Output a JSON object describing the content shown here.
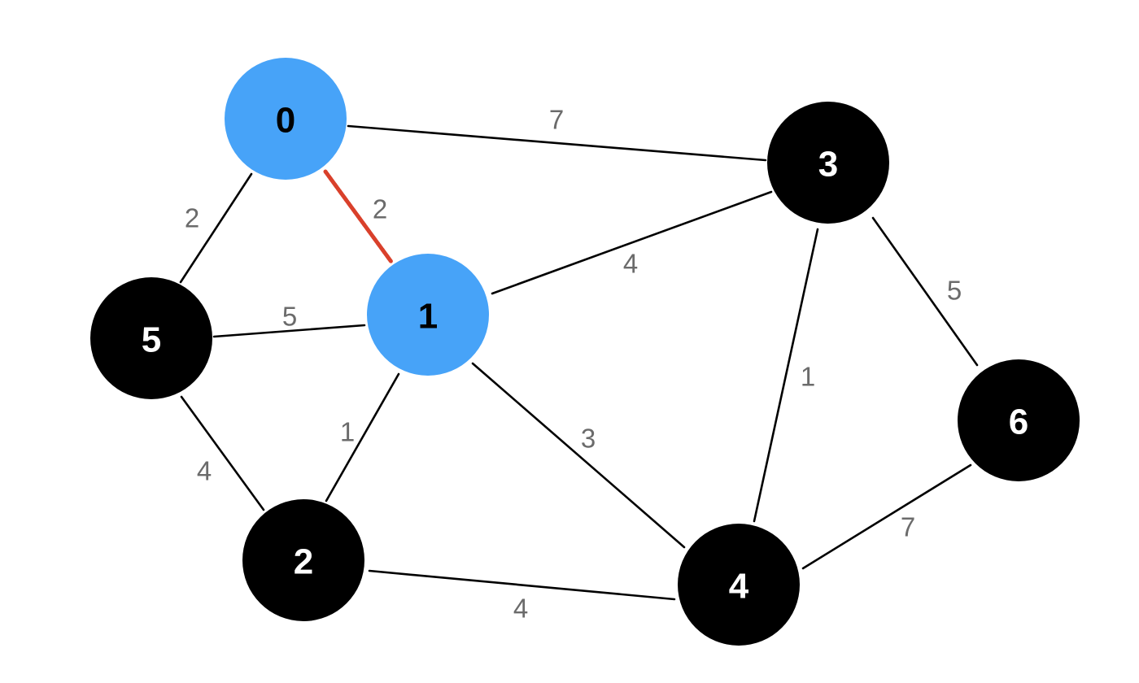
{
  "colors": {
    "visited_node": "#47A3F8",
    "unvisited_node": "#000000",
    "visited_label": "#000000",
    "unvisited_label": "#FFFFFF",
    "edge": "#000000",
    "highlighted_edge": "#D9402B",
    "weight_text": "#6B6B6B"
  },
  "nodes": [
    {
      "id": 0,
      "label": "0",
      "state": "visited"
    },
    {
      "id": 1,
      "label": "1",
      "state": "visited"
    },
    {
      "id": 2,
      "label": "2",
      "state": "unvisited"
    },
    {
      "id": 3,
      "label": "3",
      "state": "unvisited"
    },
    {
      "id": 4,
      "label": "4",
      "state": "unvisited"
    },
    {
      "id": 5,
      "label": "5",
      "state": "unvisited"
    },
    {
      "id": 6,
      "label": "6",
      "state": "unvisited"
    }
  ],
  "edges": [
    {
      "from": 0,
      "to": 3,
      "weight": "7",
      "highlighted": false
    },
    {
      "from": 0,
      "to": 1,
      "weight": "2",
      "highlighted": true
    },
    {
      "from": 0,
      "to": 5,
      "weight": "2",
      "highlighted": false
    },
    {
      "from": 1,
      "to": 3,
      "weight": "4",
      "highlighted": false
    },
    {
      "from": 1,
      "to": 5,
      "weight": "5",
      "highlighted": false
    },
    {
      "from": 1,
      "to": 2,
      "weight": "1",
      "highlighted": false
    },
    {
      "from": 1,
      "to": 4,
      "weight": "3",
      "highlighted": false
    },
    {
      "from": 3,
      "to": 4,
      "weight": "1",
      "highlighted": false
    },
    {
      "from": 3,
      "to": 6,
      "weight": "5",
      "highlighted": false
    },
    {
      "from": 5,
      "to": 2,
      "weight": "4",
      "highlighted": false
    },
    {
      "from": 2,
      "to": 4,
      "weight": "4",
      "highlighted": false
    },
    {
      "from": 4,
      "to": 6,
      "weight": "7",
      "highlighted": false
    }
  ]
}
